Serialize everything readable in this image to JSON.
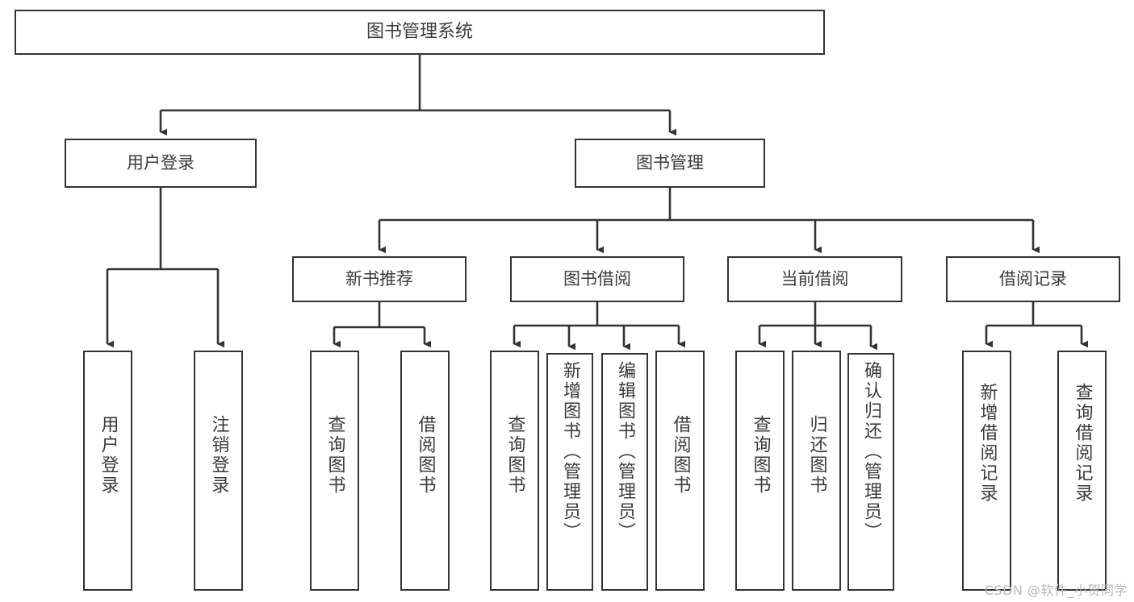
{
  "diagram": {
    "title": "图书管理系统",
    "type": "tree",
    "root": {
      "label": "图书管理系统"
    },
    "level2": [
      {
        "label": "用户登录"
      },
      {
        "label": "图书管理"
      }
    ],
    "level3": [
      {
        "label": "新书推荐"
      },
      {
        "label": "图书借阅"
      },
      {
        "label": "当前借阅"
      },
      {
        "label": "借阅记录"
      }
    ],
    "leaves": {
      "user_login": [
        {
          "label": "用户登录"
        },
        {
          "label": "注销登录"
        }
      ],
      "new_book": [
        {
          "label": "查询图书"
        },
        {
          "label": "借阅图书"
        }
      ],
      "borrow_book": [
        {
          "label": "查询图书"
        },
        {
          "label": "新增图书（管理员）"
        },
        {
          "label": "编辑图书（管理员）"
        },
        {
          "label": "借阅图书"
        }
      ],
      "current_borrow": [
        {
          "label": "查询图书"
        },
        {
          "label": "归还图书"
        },
        {
          "label": "确认归还（管理员）"
        }
      ],
      "borrow_record": [
        {
          "label": "新增借阅记录"
        },
        {
          "label": "查询借阅记录"
        }
      ]
    }
  },
  "watermark": {
    "text": "CSDN @软件_小贺同学"
  },
  "colors": {
    "border": "#333333",
    "text": "#3b3b3b",
    "background": "#ffffff",
    "watermark": "#b9b9b9"
  }
}
